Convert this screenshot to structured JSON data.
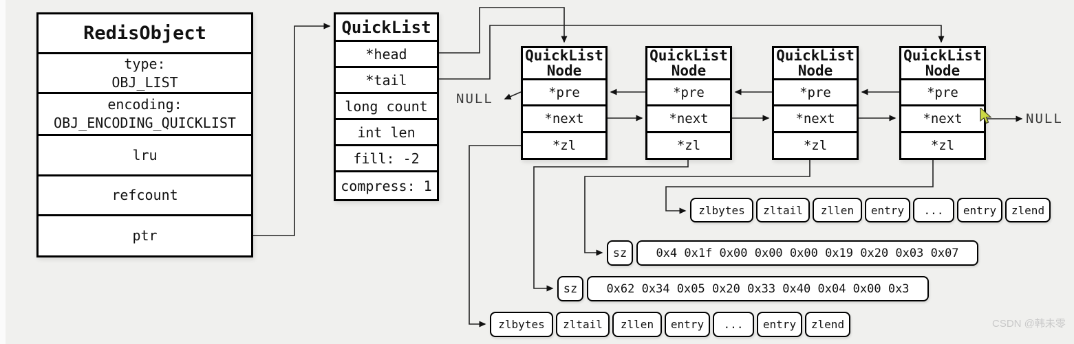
{
  "colors": {
    "background": "#f0f0ee",
    "box_fill": "#ffffff",
    "line": "#1a1a1a",
    "watermark_text": "#c9c9c9",
    "cursor_fill": "#ccd944"
  },
  "redis_object": {
    "title": "RedisObject",
    "rows": [
      {
        "line1": "type:",
        "line2": "OBJ_LIST"
      },
      {
        "line1": "encoding:",
        "line2": "OBJ_ENCODING_QUICKLIST"
      },
      {
        "line1": "lru"
      },
      {
        "line1": "refcount"
      },
      {
        "line1": "ptr"
      }
    ]
  },
  "quicklist": {
    "title": "QuickList",
    "rows": [
      "*head",
      "*tail",
      "long count",
      "int len",
      "fill: -2",
      "compress: 1"
    ]
  },
  "quicklist_nodes": [
    {
      "title_line1": "QuickList",
      "title_line2": "Node",
      "rows": [
        "*pre",
        "*next",
        "*zl"
      ]
    },
    {
      "title_line1": "QuickList",
      "title_line2": "Node",
      "rows": [
        "*pre",
        "*next",
        "*zl"
      ]
    },
    {
      "title_line1": "QuickList",
      "title_line2": "Node",
      "rows": [
        "*pre",
        "*next",
        "*zl"
      ]
    },
    {
      "title_line1": "QuickList",
      "title_line2": "Node",
      "rows": [
        "*pre",
        "*next",
        "*zl"
      ]
    }
  ],
  "null_labels": {
    "left": "NULL",
    "right": "NULL"
  },
  "ziplist_top": {
    "cells": [
      "zlbytes",
      "zltail",
      "zllen",
      "entry",
      "...",
      "entry",
      "zlend"
    ]
  },
  "sz_row_1": {
    "label": "sz",
    "bytes": "0x4 0x1f 0x00 0x00 0x00 0x19 0x20 0x03 0x07"
  },
  "sz_row_2": {
    "label": "sz",
    "bytes": "0x62 0x34 0x05 0x20 0x33 0x40 0x04 0x00 0x3"
  },
  "ziplist_bottom": {
    "cells": [
      "zlbytes",
      "zltail",
      "zllen",
      "entry",
      "...",
      "entry",
      "zlend"
    ]
  },
  "watermark": "CSDN @韩未零"
}
